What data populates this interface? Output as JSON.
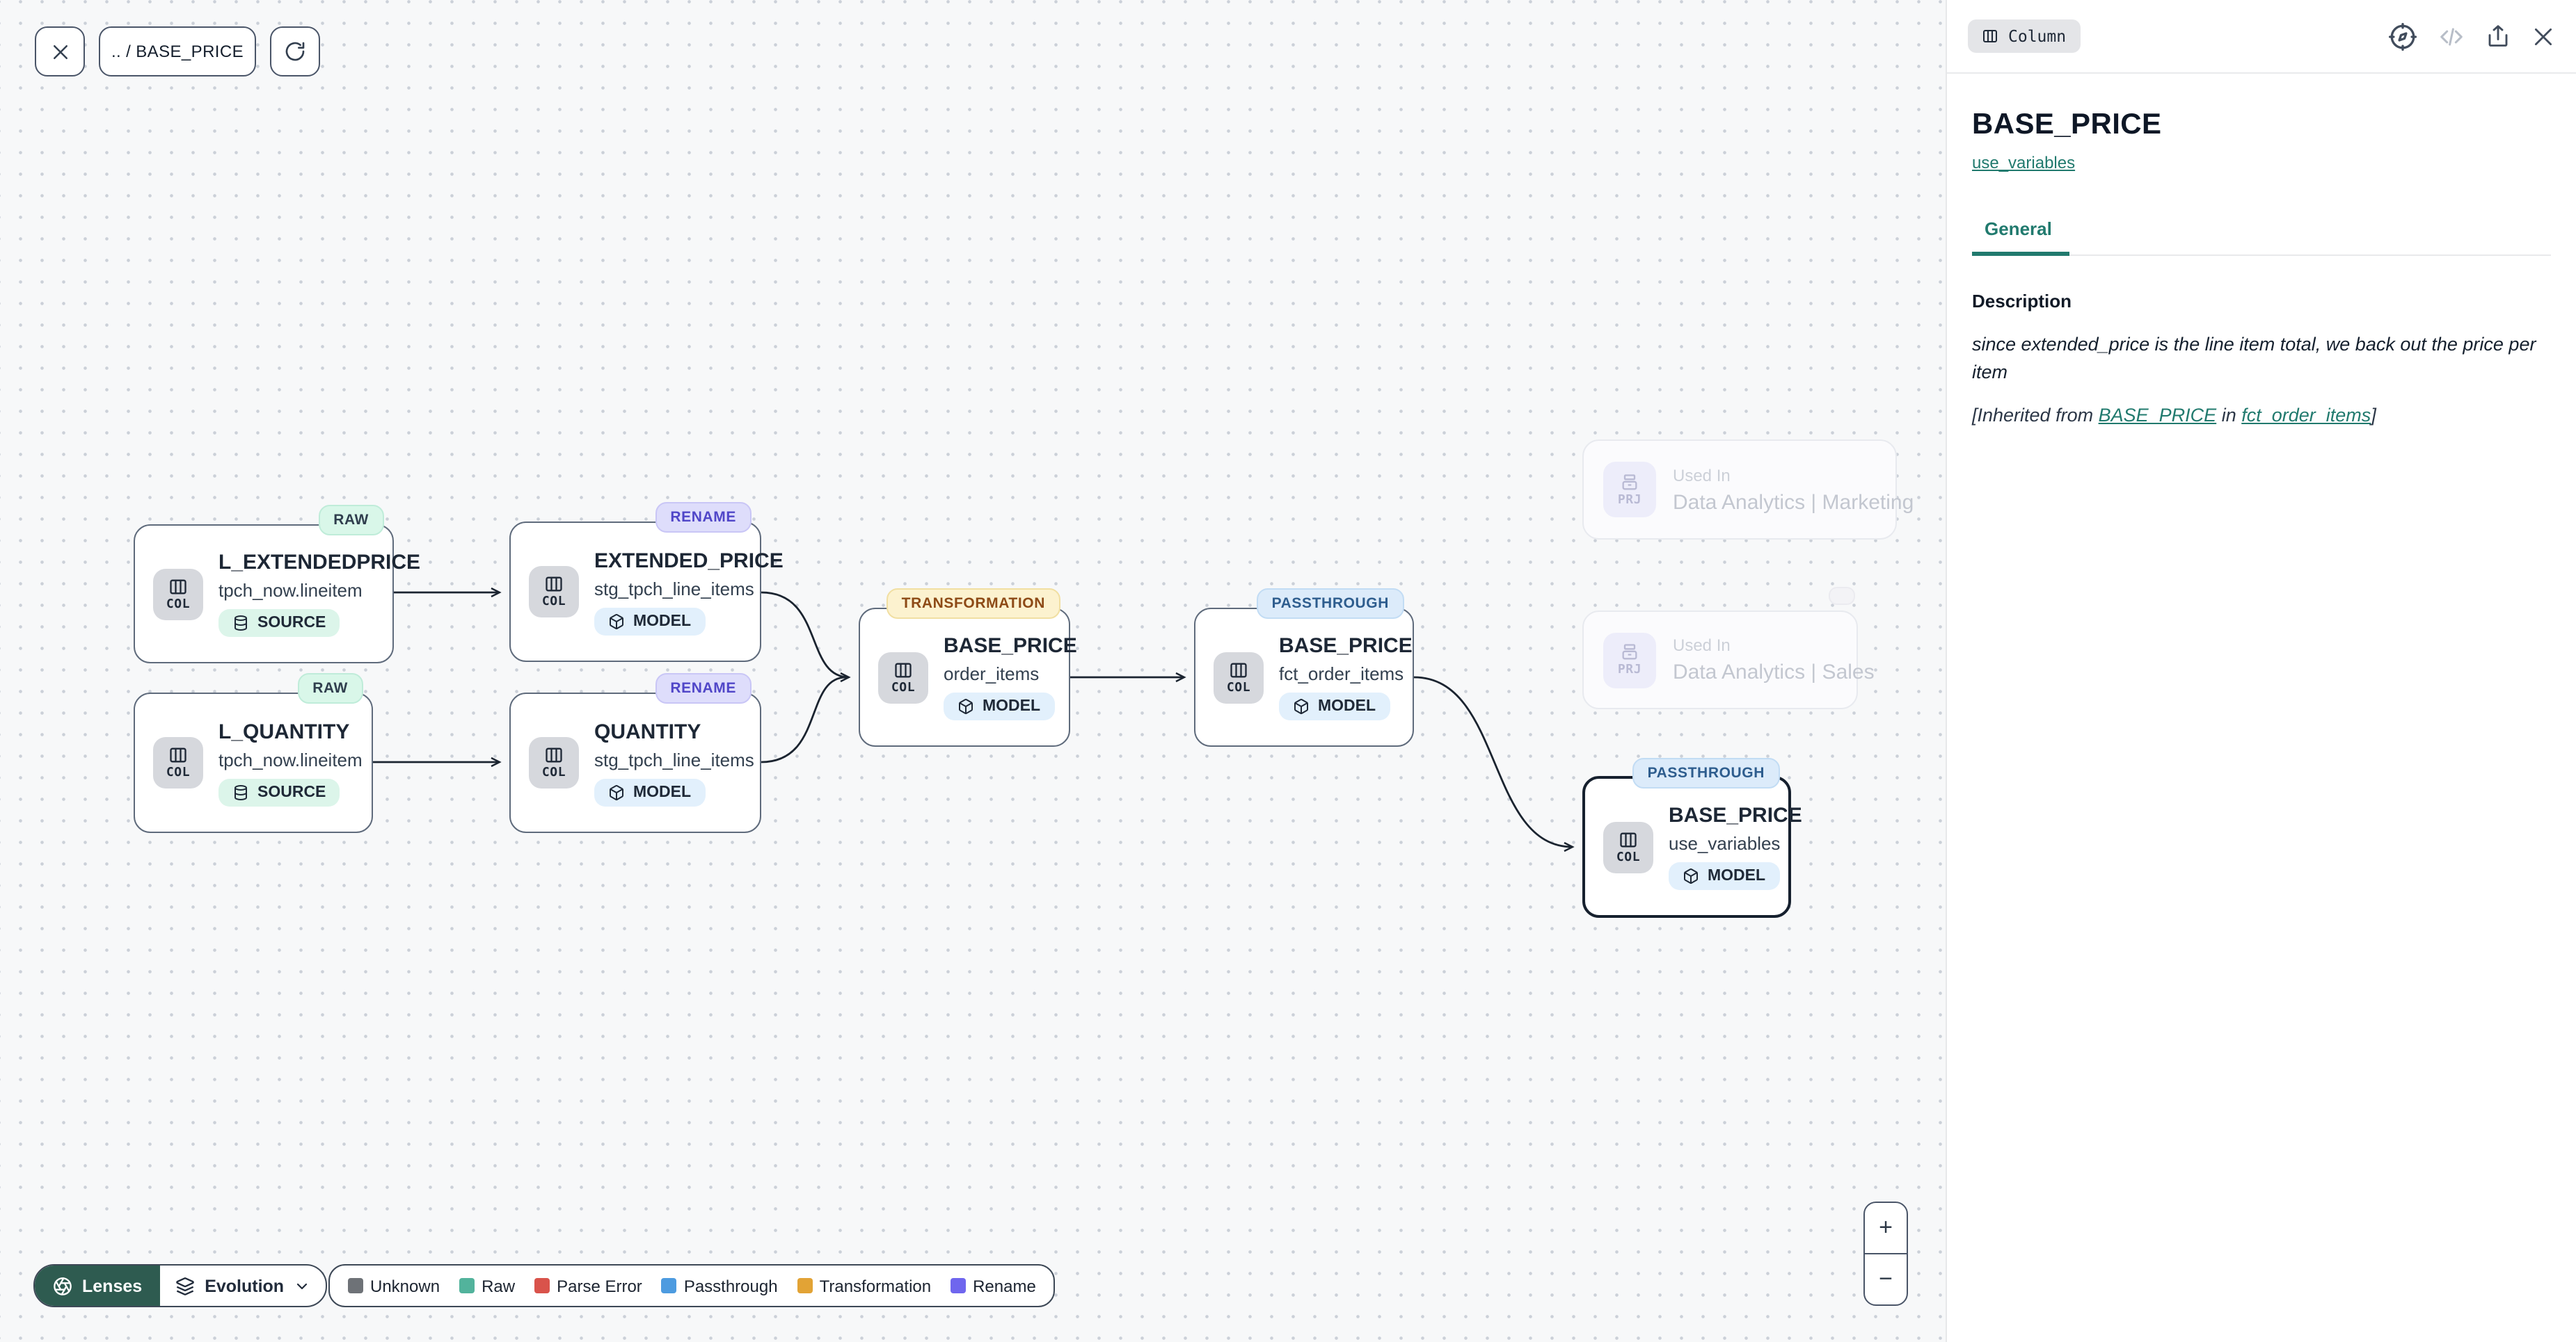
{
  "toolbar": {
    "breadcrumb": ".. / BASE_PRICE"
  },
  "labels": {
    "column_chip": "COL",
    "project_chip": "PRJ",
    "used_in": "Used In"
  },
  "nodes": [
    {
      "badge": "RAW",
      "title": "L_EXTENDEDPRICE",
      "subtitle": "tpch_now.lineitem",
      "pill": "SOURCE"
    },
    {
      "badge": "RAW",
      "title": "L_QUANTITY",
      "subtitle": "tpch_now.lineitem",
      "pill": "SOURCE"
    },
    {
      "badge": "RENAME",
      "title": "EXTENDED_PRICE",
      "subtitle": "stg_tpch_line_items",
      "pill": "MODEL"
    },
    {
      "badge": "RENAME",
      "title": "QUANTITY",
      "subtitle": "stg_tpch_line_items",
      "pill": "MODEL"
    },
    {
      "badge": "TRANSFORMATION",
      "title": "BASE_PRICE",
      "subtitle": "order_items",
      "pill": "MODEL"
    },
    {
      "badge": "PASSTHROUGH",
      "title": "BASE_PRICE",
      "subtitle": "fct_order_items",
      "pill": "MODEL"
    },
    {
      "badge": "PASSTHROUGH",
      "title": "BASE_PRICE",
      "subtitle": "use_variables",
      "pill": "MODEL"
    }
  ],
  "used_in": [
    {
      "name": "Data Analytics | Marketing"
    },
    {
      "name": "Data Analytics | Sales"
    }
  ],
  "panel": {
    "type_badge": "Column",
    "title": "BASE_PRICE",
    "model_link": "use_variables",
    "tab": "General",
    "description_label": "Description",
    "description_text": "since extended_price is the line item total, we back out the price per item",
    "inherited_prefix": "[Inherited from ",
    "inherited_link_column": "BASE_PRICE",
    "inherited_mid": " in ",
    "inherited_link_model": "fct_order_items",
    "inherited_suffix": "]"
  },
  "lenses": {
    "button": "Lenses",
    "mode": "Evolution"
  },
  "legend": {
    "items": [
      {
        "label": "Unknown",
        "color": "#6e7277"
      },
      {
        "label": "Raw",
        "color": "#52b39c"
      },
      {
        "label": "Parse Error",
        "color": "#d9534b"
      },
      {
        "label": "Passthrough",
        "color": "#4d9be0"
      },
      {
        "label": "Transformation",
        "color": "#e2a335"
      },
      {
        "label": "Rename",
        "color": "#6f66ee"
      }
    ]
  },
  "zoom_controls": {
    "zoom_in": "+",
    "zoom_out": "−"
  },
  "colors": {
    "accent_teal": "#217a6e",
    "lenses_bg": "#2e5b50",
    "badge_raw_bg": "#d9f7e9",
    "badge_rename_bg": "#deddfb",
    "badge_transformation_bg": "#fcf2cf",
    "badge_passthrough_bg": "#dcebfa",
    "pill_source_bg": "#dcf5ea",
    "pill_model_bg": "#e2f0fc"
  }
}
